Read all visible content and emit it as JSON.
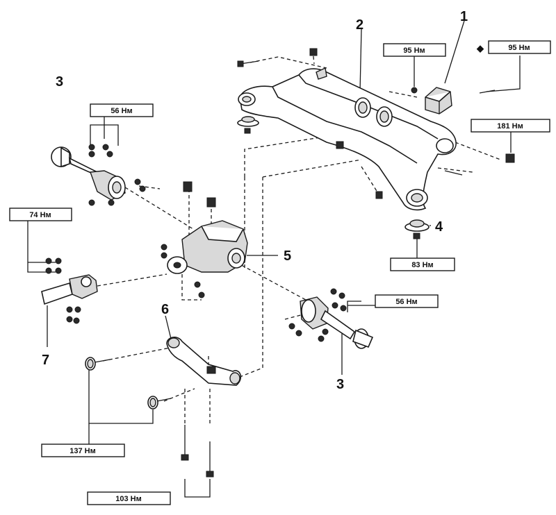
{
  "parts": {
    "subframe_mount": "1",
    "subframe": "2",
    "driveshaft_left": "3",
    "driveshaft_right": "3",
    "stopper": "4",
    "differential": "5",
    "diff_support": "6",
    "propeller_shaft": "7"
  },
  "torques": {
    "t95_left": "95 Нм",
    "t95_right": "95 Нм",
    "t181": "181 Нм",
    "t56_left": "56 Нм",
    "t56_right": "56 Нм",
    "t74": "74 Нм",
    "t83": "83 Нм",
    "t137": "137 Нм",
    "t103": "103 Нм"
  },
  "markers": {
    "diamond": "◆"
  }
}
